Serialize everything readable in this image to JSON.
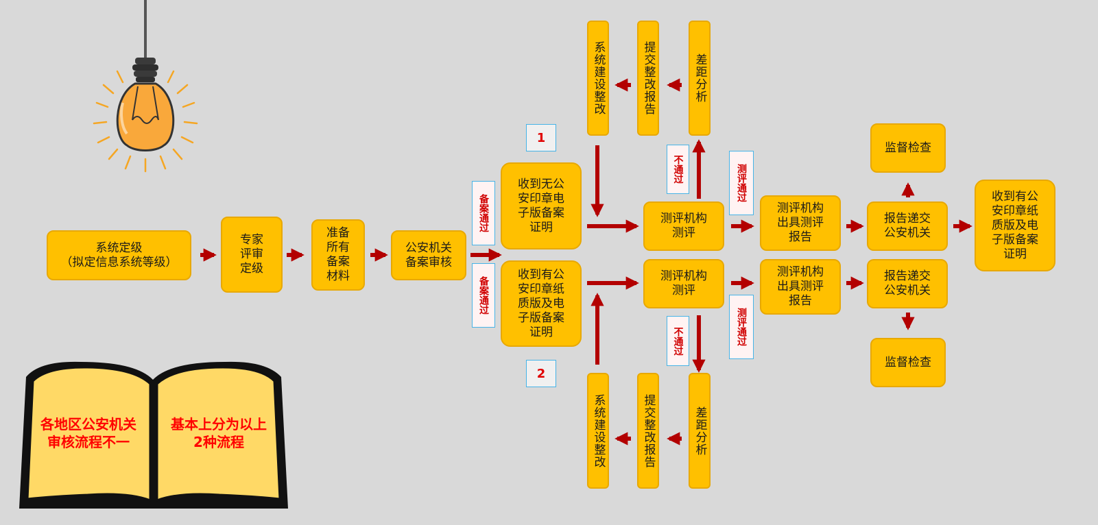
{
  "left_chain": {
    "grading": "系统定级\n（拟定信息系统等级）",
    "expert_review": "专家\n评审\n定级",
    "prepare_materials": "准备\n所有\n备案\n材料",
    "police_review": "公安机关\n备案审核"
  },
  "tags": {
    "filing_pass_top": "备案通过",
    "filing_pass_bottom": "备案通过",
    "fail_top": "不通过",
    "fail_bottom": "不通过",
    "eval_pass_top": "测评通过",
    "eval_pass_bottom": "测评通过"
  },
  "route_numbers": {
    "route1": "1",
    "route2": "2"
  },
  "route1": {
    "certificate": "收到无公\n安印章电\n子版备案\n证明",
    "evaluation": "测评机构\n测评",
    "report": "测评机构\n出具测评\n报告",
    "submit": "报告递交\n公安机关",
    "supervision": "监督检查",
    "final_certificate": "收到有公\n安印章纸\n质版及电\n子版备案\n证明",
    "rectify": "系统建设整改",
    "rectify_report": "提交整改报告",
    "gap_analysis": "差距分析"
  },
  "route2": {
    "certificate": "收到有公\n安印章纸\n质版及电\n子版备案\n证明",
    "evaluation": "测评机构\n测评",
    "report": "测评机构\n出具测评\n报告",
    "submit": "报告递交\n公安机关",
    "supervision": "监督检查",
    "rectify": "系统建设整改",
    "rectify_report": "提交整改报告",
    "gap_analysis": "差距分析"
  },
  "book": {
    "left_page": "各地区公安机关\n审核流程不一",
    "right_page": "基本上分为以上\n2种流程"
  },
  "colors": {
    "box": "#ffc000",
    "arrow": "#b30000",
    "tag_border": "#45b3e7",
    "accent_text": "#ff0000"
  }
}
